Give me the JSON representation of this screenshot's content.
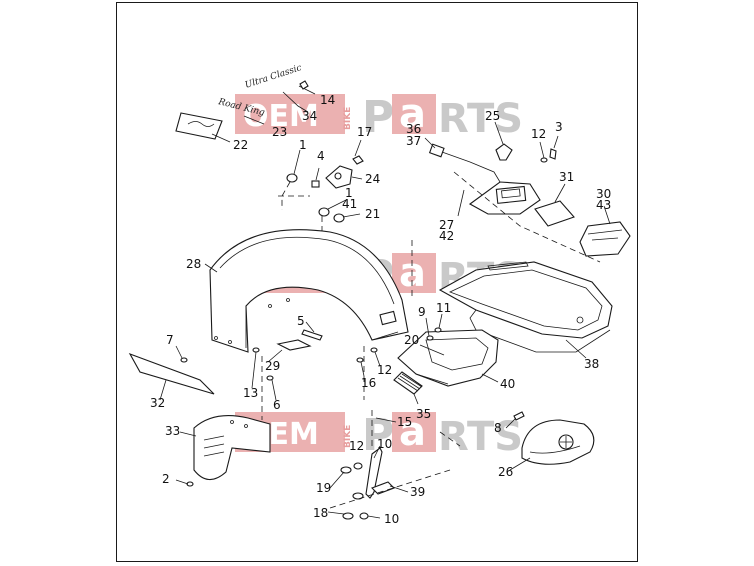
{
  "watermark": {
    "oem": "OEM",
    "bike": "BIKE",
    "p": "P",
    "a": "a",
    "rts": "RTS"
  },
  "emblems": {
    "ultra_classic": "Ultra Classic",
    "road_king": "Road King"
  },
  "callouts": {
    "c14": "14",
    "c34": "34",
    "c23": "23",
    "c22": "22",
    "c17": "17",
    "c1a": "1",
    "c4": "4",
    "c24": "24",
    "c1b": "1",
    "c41": "41",
    "c21": "21",
    "c36": "36",
    "c37": "37",
    "c25": "25",
    "c12a": "12",
    "c3": "3",
    "c31": "31",
    "c30": "30",
    "c43": "43",
    "c27": "27",
    "c42": "42",
    "c28": "28",
    "c5": "5",
    "c9": "9",
    "c11": "11",
    "c20": "20",
    "c7": "7",
    "c29": "29",
    "c13": "13",
    "c6": "6",
    "c16": "16",
    "c12b": "12",
    "c38": "38",
    "c40": "40",
    "c32": "32",
    "c35": "35",
    "c15": "15",
    "c8": "8",
    "c33": "33",
    "c12c": "12",
    "c10a": "10",
    "c26": "26",
    "c2": "2",
    "c19": "19",
    "c39": "39",
    "c18": "18",
    "c10b": "10"
  },
  "colors": {
    "watermark_red": "#e8a3a3",
    "watermark_gray": "#c9c9c9",
    "line": "#1a1a1a"
  }
}
